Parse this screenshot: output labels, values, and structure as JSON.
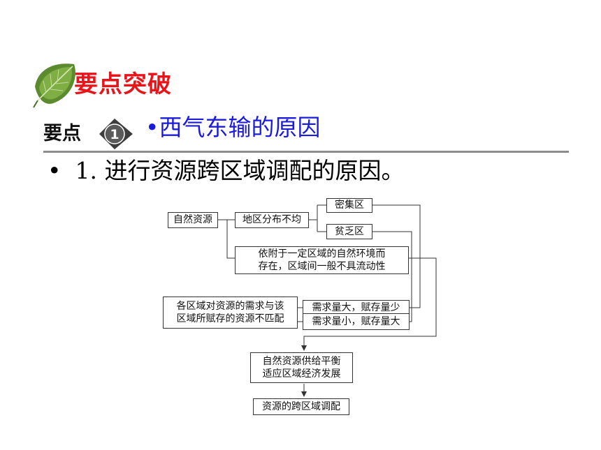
{
  "header": {
    "section_title": "要点突破",
    "point_label": "要点",
    "point_number": "1",
    "point_title": "•西气东输的原因"
  },
  "content": {
    "bullet": "•",
    "line_text": "1. 进行资源跨区域调配的原因。"
  },
  "diagram": {
    "natural_resources": "自然资源",
    "uneven_distribution": "地区分布不均",
    "dense_area": "密集区",
    "scarce_area": "贫乏区",
    "dependent_line1": "依附于一定区域的自然环境而",
    "dependent_line2": "存在，区域间一般不具流动性",
    "mismatch_line1": "各区域对资源的需求与该",
    "mismatch_line2": "区域所赋存的资源不匹配",
    "high_demand": "需求量大，赋存量少",
    "low_demand": "需求量小，赋存量大",
    "balance_line1": "自然资源供给平衡",
    "balance_line2": "适应区域经济发展",
    "result": "资源的跨区域调配"
  }
}
